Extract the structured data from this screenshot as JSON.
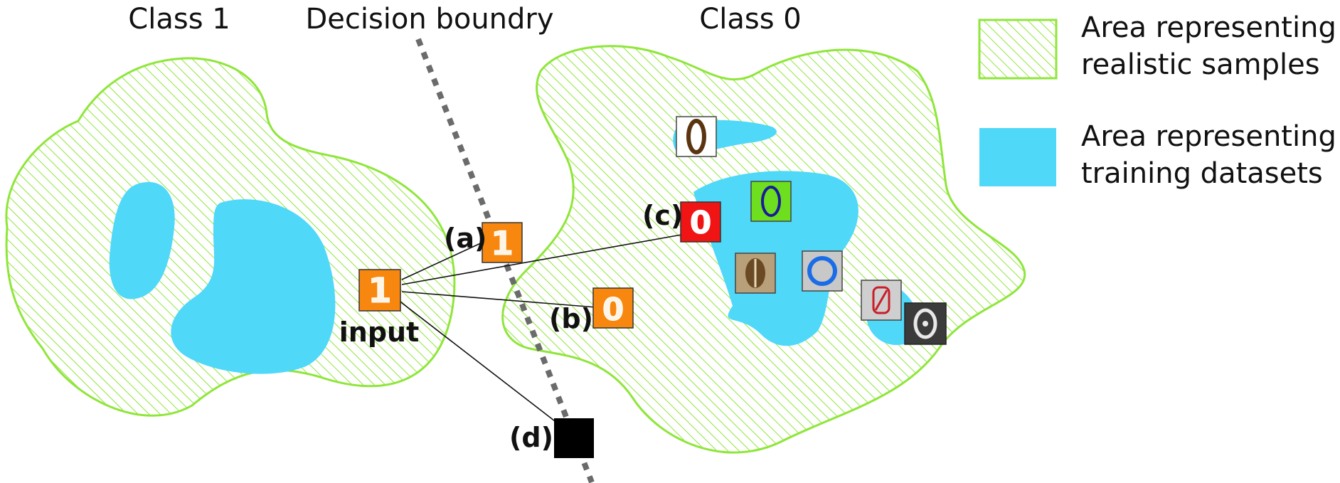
{
  "headers": {
    "class1": "Class 1",
    "boundary": "Decision boundry",
    "class0": "Class 0"
  },
  "legend": {
    "realistic_line1": "Area representing",
    "realistic_line2": "realistic samples",
    "training_line1": "Area representing",
    "training_line2": "training datasets"
  },
  "labels": {
    "input": "input",
    "a": "(a)",
    "b": "(b)",
    "c": "(c)",
    "d": "(d)"
  },
  "colors": {
    "hatch": "#8fe63a",
    "training": "#4fd8f8",
    "boundary": "#6b6b6b",
    "orange": "#f7870f",
    "red": "#f01414",
    "black": "#000000"
  },
  "samples": {
    "input_digit": "1",
    "a_digit": "1",
    "b_digit": "0",
    "c_digit": "0"
  }
}
